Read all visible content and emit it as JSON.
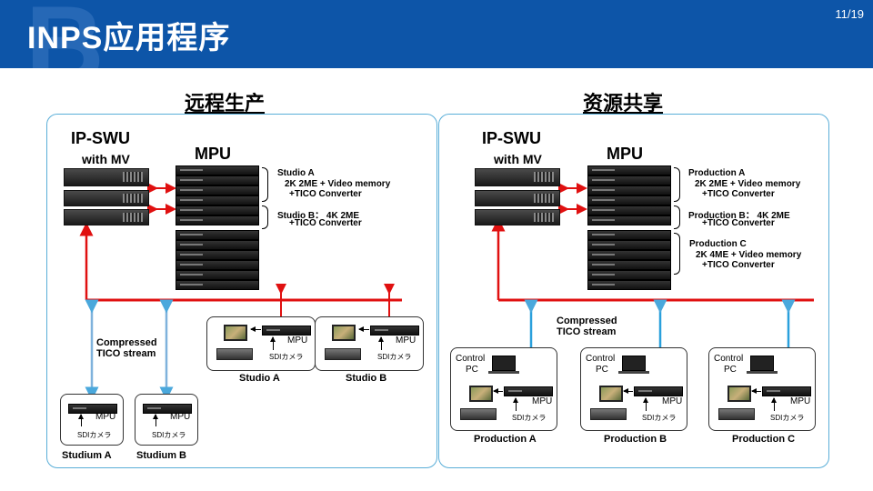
{
  "header": {
    "title": "INPS应用程序",
    "page": "11/19",
    "logo": "B"
  },
  "left": {
    "title": "远程生产",
    "ipswu": "IP-SWU",
    "withmv": "with MV",
    "mpu": "MPU",
    "studio_a_spec": [
      "Studio A",
      "2K 2ME + Video memory",
      "+TICO Converter"
    ],
    "studio_b_spec": [
      "Studio B： 4K 2ME",
      "+TICO Converter"
    ],
    "compressed": [
      "Compressed",
      "TICO stream"
    ],
    "studio_a": "Studio A",
    "studio_b": "Studio B",
    "studium_a": "Studium  A",
    "studium_b": "Studium  B",
    "mpu_small": "MPU",
    "sdi": "SDIカメラ"
  },
  "right": {
    "title": "资源共享",
    "ipswu": "IP-SWU",
    "withmv": "with MV",
    "mpu": "MPU",
    "prod_a_spec": [
      "Production A",
      "2K 2ME + Video memory",
      "+TICO Converter"
    ],
    "prod_b_spec": [
      "Production B： 4K 2ME",
      "+TICO Converter"
    ],
    "prod_c_spec": [
      "Production C",
      "2K 4ME + Video memory",
      "+TICO Converter"
    ],
    "compressed": [
      "Compressed",
      "TICO stream"
    ],
    "control_pc": [
      "Control",
      "PC"
    ],
    "production_a": "Production A",
    "production_b": "Production B",
    "production_c": "Production C",
    "mpu_small": "MPU",
    "sdi": "SDIカメラ"
  },
  "colors": {
    "header": "#0d55a8",
    "red_link": "#e01010",
    "blue_link": "#4aa8dc",
    "panel_border": "#5aaed8"
  }
}
